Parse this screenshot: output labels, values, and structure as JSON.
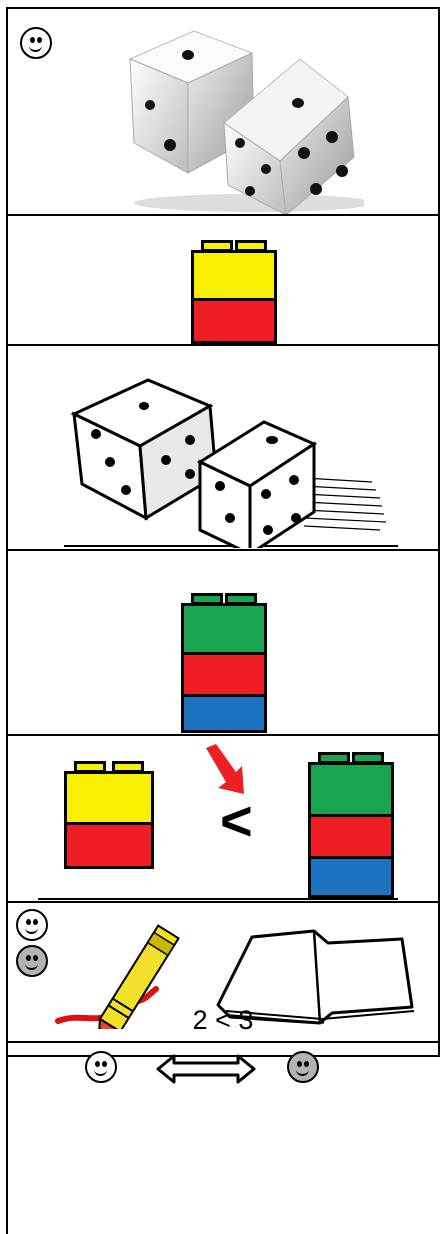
{
  "icons": {
    "happy_face": "white-smiley-icon",
    "partner_face": "gray-smiley-icon",
    "dice_photo": "dice-photo",
    "dice_sketch": "dice-sketch",
    "pencil": "pencil-icon",
    "book": "book-icon",
    "exchange": "double-arrow-icon",
    "pointer": "red-arrow-icon"
  },
  "colors": {
    "yellow": "#f7f000",
    "red": "#ee1e24",
    "green": "#19a54f",
    "blue": "#1d73bf",
    "smiley_gray": "#b3b3b3"
  },
  "comparison": {
    "symbol": "<",
    "caption": "2 < 3"
  }
}
